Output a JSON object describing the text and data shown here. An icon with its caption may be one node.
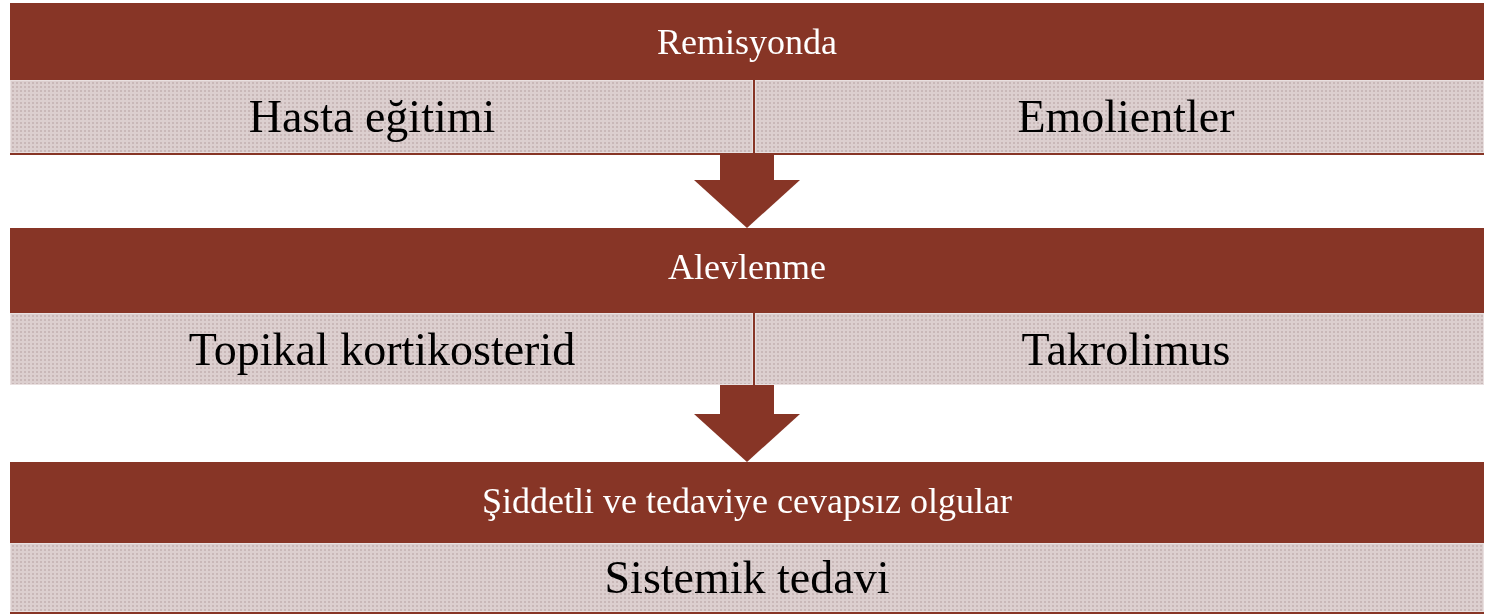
{
  "diagram": {
    "nodes": [
      {
        "text": [
          "Remisyonda"
        ]
      },
      {
        "text": [
          "Hasta eğitimi"
        ],
        "in": 0
      },
      {
        "text": [
          "Emolientler"
        ],
        "in": 0
      },
      {
        "text": [
          "Alevlenme"
        ]
      },
      {
        "text": [
          "Topikal kortikosterid"
        ],
        "in": 3
      },
      {
        "text": [
          "Takrolimus"
        ],
        "in": 3
      },
      {
        "text": [
          "Şiddetli ve tedaviye cevapsız olgular"
        ]
      },
      {
        "text": [
          "Sistemik tedavi"
        ],
        "in": 6
      }
    ],
    "edges": [
      {
        "from": 0,
        "to": 3,
        "arrow": "to"
      },
      {
        "from": 3,
        "to": 6,
        "arrow": "to"
      }
    ]
  }
}
